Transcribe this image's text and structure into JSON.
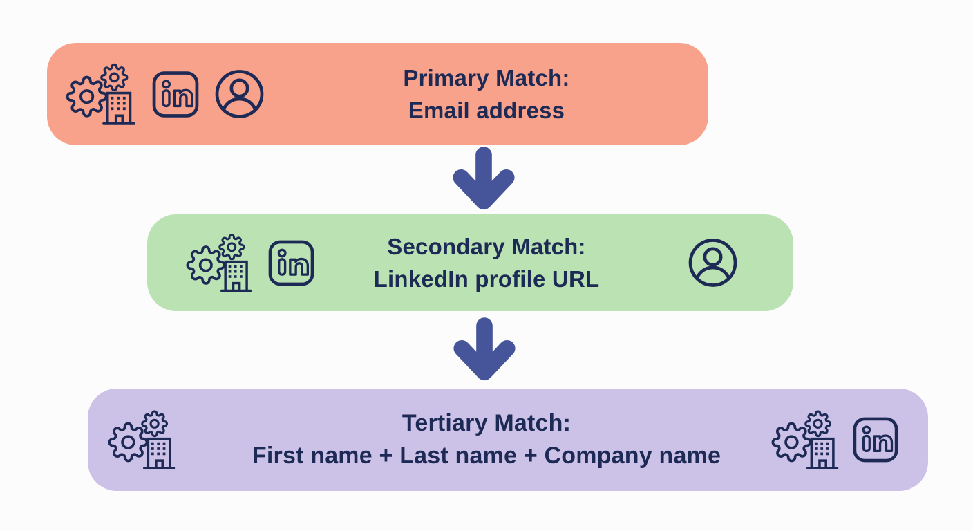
{
  "diagram": {
    "title_semantic": "contact-match-priority-flowchart",
    "boxes": {
      "primary": {
        "line1": "Primary Match:",
        "line2": "Email address",
        "bg": "#f8a28c"
      },
      "secondary": {
        "line1": "Secondary Match:",
        "line2": "LinkedIn profile URL",
        "bg": "#bae2b2"
      },
      "tertiary": {
        "line1": "Tertiary Match:",
        "line2": "First name + Last name + Company name",
        "bg": "#ccc1e7"
      }
    },
    "flow": [
      "primary",
      "secondary",
      "tertiary"
    ],
    "icons": {
      "gears_building": "crm-gears-building-icon",
      "linkedin": "linkedin-icon",
      "person": "person-profile-icon",
      "down_arrow": "down-arrow-icon"
    },
    "colors": {
      "text": "#1d2a55",
      "icon_stroke": "#1d2a55",
      "arrow": "#46549a",
      "background": "#fcfcfc",
      "primary_bg": "#f8a28c",
      "secondary_bg": "#bae2b2",
      "tertiary_bg": "#ccc1e7"
    }
  }
}
